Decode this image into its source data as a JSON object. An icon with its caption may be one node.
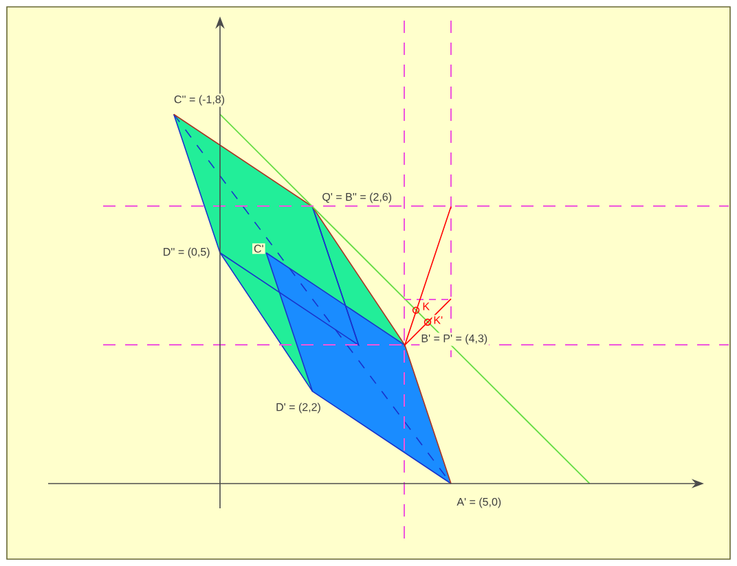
{
  "diagram": {
    "labels": [
      "C'' = (-1,8)",
      "Q' = B'' = (2,6)",
      "D'' = (0,5)",
      "C'",
      "K",
      "K'",
      "B' = P' = (4,3)",
      "D' = (2,2)",
      "A' = (5,0)"
    ]
  }
}
